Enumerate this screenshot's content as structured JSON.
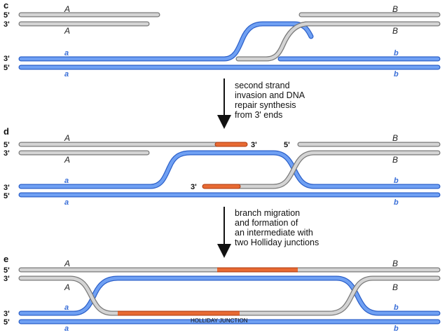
{
  "colors": {
    "grey_strand": "#c9c9c9",
    "grey_edge": "#7a7a7a",
    "blue_strand": "#5e93f0",
    "blue_edge": "#2c60c9",
    "orange_strand": "#e0602a"
  },
  "panels": {
    "c": {
      "letter": "c",
      "top_5": "5'",
      "top_3": "3'",
      "bottom_3": "3'",
      "bottom_5": "5'",
      "A1": "A",
      "A2": "A",
      "B1": "B",
      "B2": "B",
      "a1": "a",
      "a2": "a",
      "b1": "b",
      "b2": "b"
    },
    "d": {
      "letter": "d",
      "top_5": "5'",
      "top_3": "3'",
      "bottom_3": "3'",
      "bottom_5": "5'",
      "A1": "A",
      "A2": "A",
      "B1": "B",
      "B2": "B",
      "a1": "a",
      "a2": "a",
      "b1": "b",
      "b2": "b",
      "mid_3": "3'",
      "mid_5": "5'",
      "inner_3": "3'"
    },
    "e": {
      "letter": "e",
      "top_5": "5'",
      "top_3": "3'",
      "bottom_3": "3'",
      "bottom_5": "5'",
      "A1": "A",
      "A2": "A",
      "B1": "B",
      "B2": "B",
      "a1": "a",
      "a2": "a",
      "b1": "b",
      "b2": "b"
    }
  },
  "steps": {
    "step1": [
      "second strand",
      "invasion and DNA",
      "repair synthesis",
      "from 3' ends"
    ],
    "step2": [
      "branch migration",
      "and formation of",
      "an intermediate with",
      "two Holliday junctions"
    ]
  },
  "caption": "HOLLIDAY JUNCTION",
  "icons": {
    "arrow": "arrow-down-icon"
  }
}
